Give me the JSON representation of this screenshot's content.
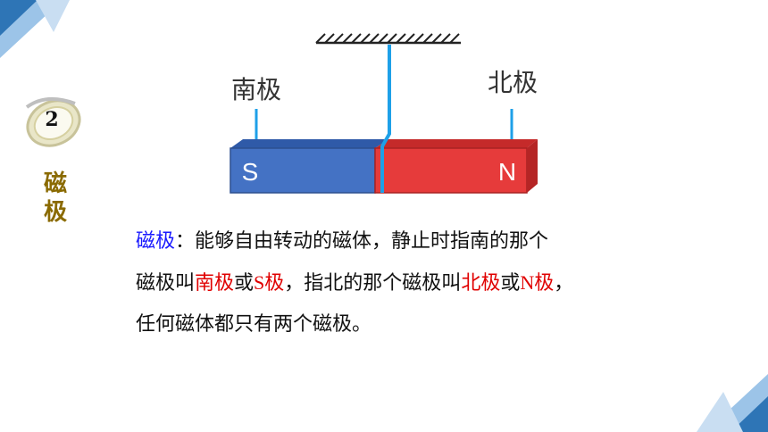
{
  "section": {
    "number": "2",
    "title": "磁极"
  },
  "diagram": {
    "south_label": "南极",
    "north_label": "北极",
    "south_letter": "S",
    "north_letter": "N",
    "colors": {
      "south": "#4472c4",
      "north": "#e63b3b",
      "string": "#1ea0e8"
    }
  },
  "text": {
    "l1_term": "磁极",
    "l1_rest": "：能够自由转动的磁体，静止时指南的那个",
    "l2_a": "磁极叫",
    "l2_b": "南极",
    "l2_c": "或",
    "l2_d": "S极",
    "l2_e": "，指北的那个磁极叫",
    "l2_f": "北极",
    "l2_g": "或",
    "l2_h": "N极",
    "l2_i": "，",
    "l3": "任何磁体都只有两个磁极。"
  }
}
